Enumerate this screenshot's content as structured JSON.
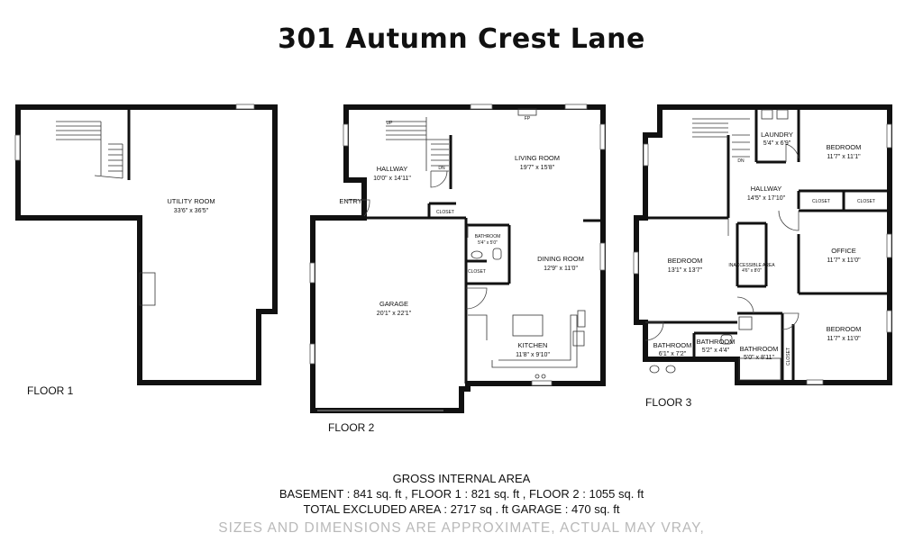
{
  "title": "301 Autumn Crest Lane",
  "floors": [
    {
      "label": "FLOOR 1",
      "rooms": [
        {
          "name": "UTILITY ROOM",
          "dims": "33'6\" x 36'5\""
        }
      ]
    },
    {
      "label": "FLOOR 2",
      "rooms": [
        {
          "name": "HALLWAY",
          "dims": "10'0\" x 14'11\""
        },
        {
          "name": "LIVING ROOM",
          "dims": "19'7\" x 15'8\""
        },
        {
          "name": "ENTRY",
          "dims": ""
        },
        {
          "name": "CLOSET",
          "dims": ""
        },
        {
          "name": "BATHROOM",
          "dims": "5'4\" x 5'0\""
        },
        {
          "name": "CLOSET",
          "dims": ""
        },
        {
          "name": "DINING ROOM",
          "dims": "12'9\" x 11'0\""
        },
        {
          "name": "GARAGE",
          "dims": "20'1\" x 22'1\""
        },
        {
          "name": "KITCHEN",
          "dims": "11'8\" x 9'10\""
        }
      ]
    },
    {
      "label": "FLOOR 3",
      "rooms": [
        {
          "name": "LAUNDRY",
          "dims": "5'4\" x 6'9\""
        },
        {
          "name": "BEDROOM",
          "dims": "11'7\" x 11'1\""
        },
        {
          "name": "HALLWAY",
          "dims": "14'5\" x 17'10\""
        },
        {
          "name": "CLOSET",
          "dims": ""
        },
        {
          "name": "CLOSET",
          "dims": ""
        },
        {
          "name": "BEDROOM",
          "dims": "13'1\" x 13'7\""
        },
        {
          "name": "INACCESSIBLE AREA",
          "dims": "4'6\" x 8'0\""
        },
        {
          "name": "OFFICE",
          "dims": "11'7\" x 11'0\""
        },
        {
          "name": "BATHROOM",
          "dims": "6'1\" x 7'2\""
        },
        {
          "name": "BATHROOM",
          "dims": "5'2\" x 4'4\""
        },
        {
          "name": "BATHROOM",
          "dims": "5'0\" x 8'11\""
        },
        {
          "name": "CLOSET",
          "dims": ""
        },
        {
          "name": "BEDROOM",
          "dims": "11'7\" x 11'0\""
        }
      ]
    }
  ],
  "marks": {
    "up": "UP",
    "dn": "DN",
    "fp": "FP"
  },
  "footer": {
    "heading": "GROSS INTERNAL AREA",
    "line1": "BASEMENT : 841 sq. ft , FLOOR 1 : 821 sq. ft , FLOOR 2 : 1055 sq. ft",
    "line2": "TOTAL EXCLUDED AREA : 2717 sq . ft GARAGE : 470 sq. ft",
    "disclaimer": "SIZES AND DIMENSIONS ARE APPROXIMATE, ACTUAL MAY VRAY,"
  }
}
